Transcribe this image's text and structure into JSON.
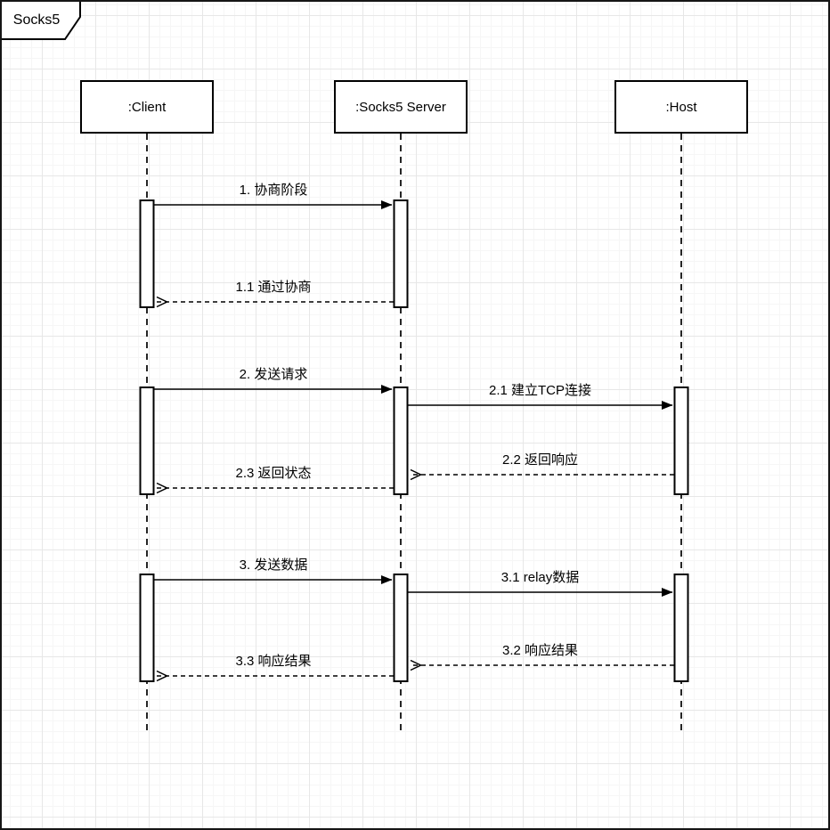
{
  "frame": {
    "title": "Socks5"
  },
  "actors": [
    {
      "id": "client",
      "label": ":Client"
    },
    {
      "id": "server",
      "label": ":Socks5 Server"
    },
    {
      "id": "host",
      "label": ":Host"
    }
  ],
  "messages": [
    {
      "label": "1. 协商阶段",
      "from": "client",
      "to": "server",
      "kind": "sync"
    },
    {
      "label": "1.1 通过协商",
      "from": "server",
      "to": "client",
      "kind": "return"
    },
    {
      "label": "2. 发送请求",
      "from": "client",
      "to": "server",
      "kind": "sync"
    },
    {
      "label": "2.1 建立TCP连接",
      "from": "server",
      "to": "host",
      "kind": "sync"
    },
    {
      "label": "2.2 返回响应",
      "from": "host",
      "to": "server",
      "kind": "return"
    },
    {
      "label": "2.3 返回状态",
      "from": "server",
      "to": "client",
      "kind": "return"
    },
    {
      "label": "3. 发送数据",
      "from": "client",
      "to": "server",
      "kind": "sync"
    },
    {
      "label": "3.1 relay数据",
      "from": "server",
      "to": "host",
      "kind": "sync"
    },
    {
      "label": "3.2 响应结果",
      "from": "host",
      "to": "server",
      "kind": "return"
    },
    {
      "label": "3.3 响应结果",
      "from": "server",
      "to": "client",
      "kind": "return"
    }
  ],
  "colors": {
    "stroke": "#000000",
    "shape_fill": "#ffffff",
    "grid_minor": "#f6f6f6",
    "grid_major": "#e7e7e7"
  }
}
